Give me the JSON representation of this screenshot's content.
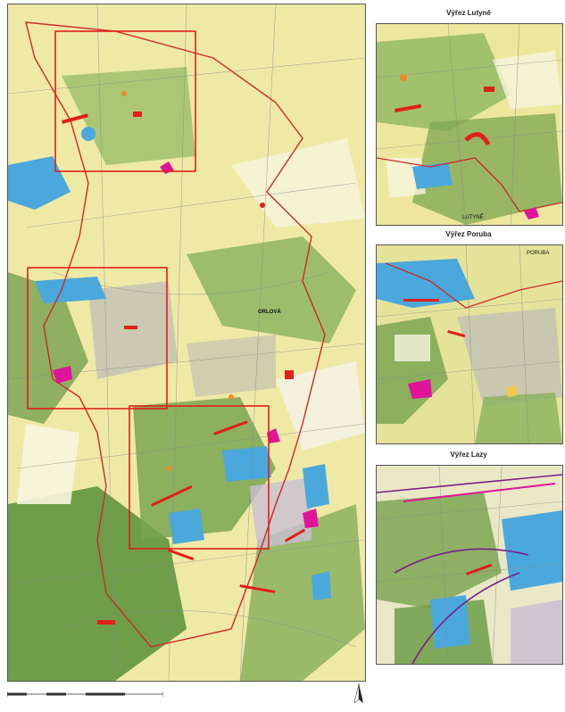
{
  "map": {
    "town_label": "ORLOVÁ",
    "inset_label_lutyne": "LUTYNĚ",
    "inset_label_poruba": "PORUBA"
  },
  "insets": [
    {
      "title": "Výřez Lutyně"
    },
    {
      "title": "Výřez Poruba"
    },
    {
      "title": "Výřez Lazy"
    }
  ],
  "colors": {
    "boundary": "#cc2a2a",
    "highlight_box": "#e0201a",
    "forest": "#7da653",
    "meadow": "#e8e59a",
    "field": "#f0eec0",
    "water": "#4aa8dd",
    "urban": "#bfbdb5",
    "magenta": "#e0149a",
    "orange": "#f08a2a"
  },
  "icons": {
    "north": "north-arrow-icon",
    "scale": "scale-bar"
  }
}
